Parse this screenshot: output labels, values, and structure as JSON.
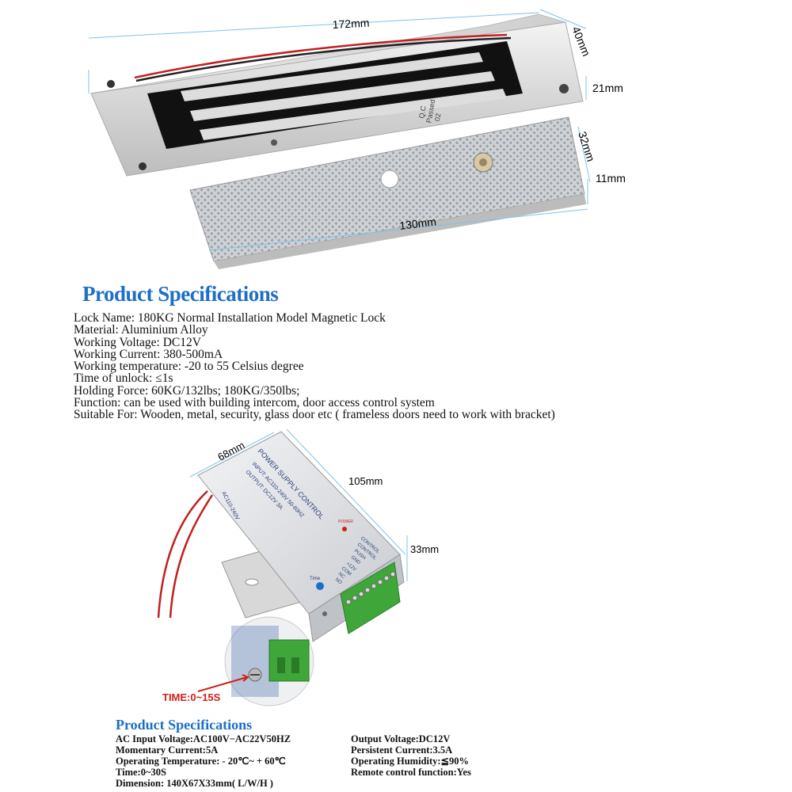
{
  "dimensions": {
    "lock_length": "172mm",
    "lock_width": "40mm",
    "lock_height": "21mm",
    "plate_width": "32mm",
    "plate_height": "11mm",
    "plate_length": "130mm",
    "psu_width": "68mm",
    "psu_length": "105mm",
    "psu_height": "33mm"
  },
  "lock_label": {
    "line1": "Q.C",
    "line2": "Passed",
    "line3": "02"
  },
  "psu_label": {
    "title": "POWER SUPPLY CONTROL",
    "input": "INPUT: AC110-240V 50-60HZ",
    "output": "OUTPUT: DC12V 3A",
    "ac": "AC110-240V",
    "power": "POWER",
    "terminals": [
      "CONTROL",
      "CONTROL",
      "PUSH",
      "GND",
      "+12V",
      "COM",
      "NC",
      "NO"
    ],
    "time": "Time"
  },
  "product_specs_1": {
    "heading": "Product Specifications",
    "items": [
      "Lock Name: 180KG Normal Installation Model Magnetic Lock",
      "Material: Aluminium Alloy",
      "Working Voltage: DC12V",
      "Working Current: 380-500mA",
      "Working temperature: -20 to 55 Celsius degree",
      "Time of unlock: ≤1s",
      "Holding Force: 60KG/132lbs; 180KG/350lbs;",
      "Function: can be used with building intercom, door access control system",
      "Suitable For: Wooden, metal, security, glass door etc ( frameless doors need to work with bracket)"
    ]
  },
  "timer_callout": "TIME:0~15S",
  "product_specs_2": {
    "heading": "Product Specifications",
    "rows": [
      [
        "AC Input Voltage:AC100V−AC22V50HZ",
        "Output Voltage:DC12V"
      ],
      [
        "Momentary Current:5A",
        "Persistent Current:3.5A"
      ],
      [
        "Operating Temperature: - 20℃~ + 60℃",
        "Operating Humidity:≦90%"
      ],
      [
        "Time:0~30S",
        "Remote control function:Yes"
      ],
      [
        "Dimension: 140X67X33mm( L/W/H )",
        ""
      ]
    ]
  },
  "colors": {
    "accent_blue": "#1c6fc5",
    "dimension_line": "#7fc3e8",
    "terminal_green": "#3fa63a",
    "timer_red": "#d0201a"
  }
}
